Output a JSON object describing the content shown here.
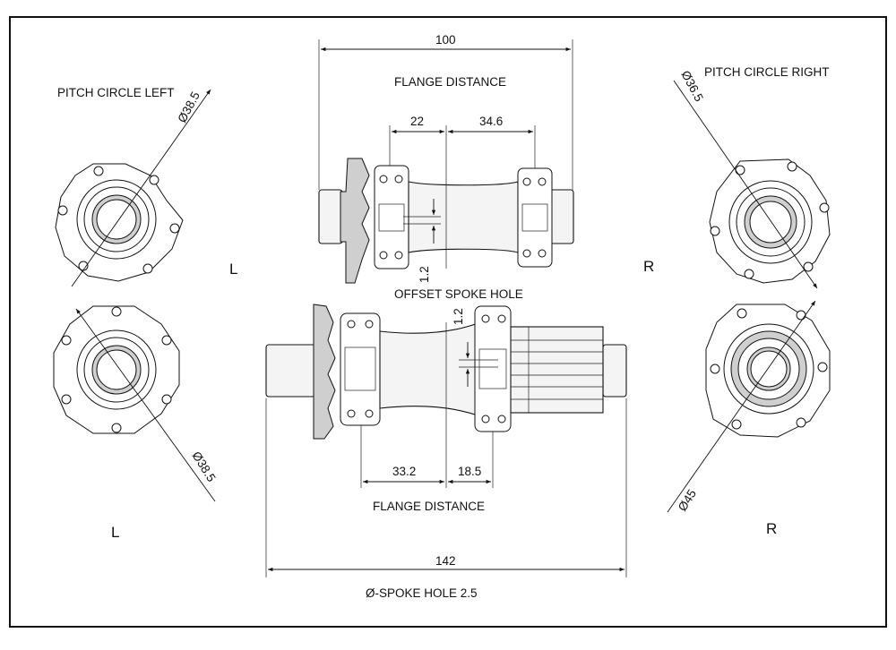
{
  "labels": {
    "pitch_circle_left": "PITCH CIRCLE LEFT",
    "pitch_circle_right": "PITCH CIRCLE RIGHT",
    "flange_distance_top": "FLANGE DISTANCE",
    "flange_distance_bottom": "FLANGE DISTANCE",
    "offset_spoke_hole": "OFFSET SPOKE HOLE",
    "spoke_hole": "Ø-SPOKE HOLE  2.5"
  },
  "side_marks": {
    "front_left": "L",
    "front_right": "R",
    "rear_left": "L",
    "rear_right": "R"
  },
  "dimensions": {
    "front_overall": "100",
    "front_left_flange": "22",
    "front_right_flange": "34.6",
    "front_offset": "1.2",
    "rear_offset": "1.2",
    "rear_left_flange": "33.2",
    "rear_right_flange": "18.5",
    "rear_overall": "142",
    "pcd_front_left": "Ø38.5",
    "pcd_front_right": "Ø36.5",
    "pcd_rear_left": "Ø38.5",
    "pcd_rear_right": "Ø45"
  }
}
